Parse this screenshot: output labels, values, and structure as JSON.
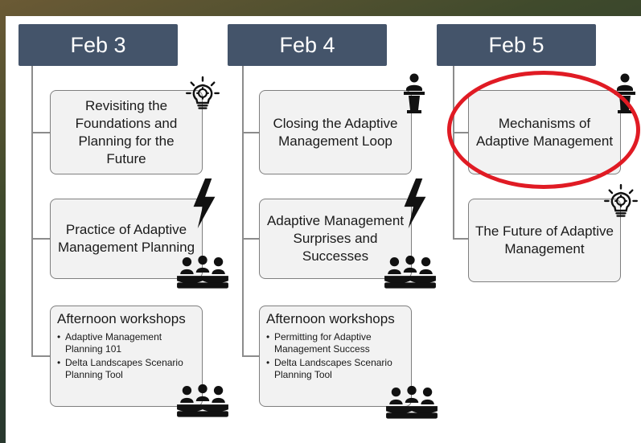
{
  "columns": [
    {
      "date": "Feb 3",
      "sessions": [
        {
          "title": "Revisiting the Foundations and Planning for the Future",
          "icon": "lightbulb-icon"
        },
        {
          "title": "Practice of Adaptive Management Planning",
          "icon": "lightning-icon"
        }
      ],
      "workshop": {
        "title": "Afternoon workshops",
        "items": [
          "Adaptive Management Planning 101",
          "Delta Landscapes Scenario Planning Tool"
        ]
      }
    },
    {
      "date": "Feb 4",
      "sessions": [
        {
          "title": "Closing the Adaptive Management Loop",
          "icon": "podium-speaker-icon"
        },
        {
          "title": "Adaptive Management Surprises and Successes",
          "icon": "lightning-icon"
        }
      ],
      "workshop": {
        "title": "Afternoon workshops",
        "items": [
          "Permitting for Adaptive Management Success",
          "Delta Landscapes Scenario Planning Tool"
        ]
      }
    },
    {
      "date": "Feb 5",
      "sessions": [
        {
          "title": "Mechanisms of Adaptive Management",
          "icon": "podium-speaker-icon",
          "highlighted": true
        },
        {
          "title": "The Future of Adaptive Management",
          "icon": "lightbulb-icon"
        }
      ]
    }
  ],
  "colors": {
    "header_bg": "#44546a",
    "card_bg": "#f2f2f2",
    "highlight_circle": "#e01b24"
  }
}
